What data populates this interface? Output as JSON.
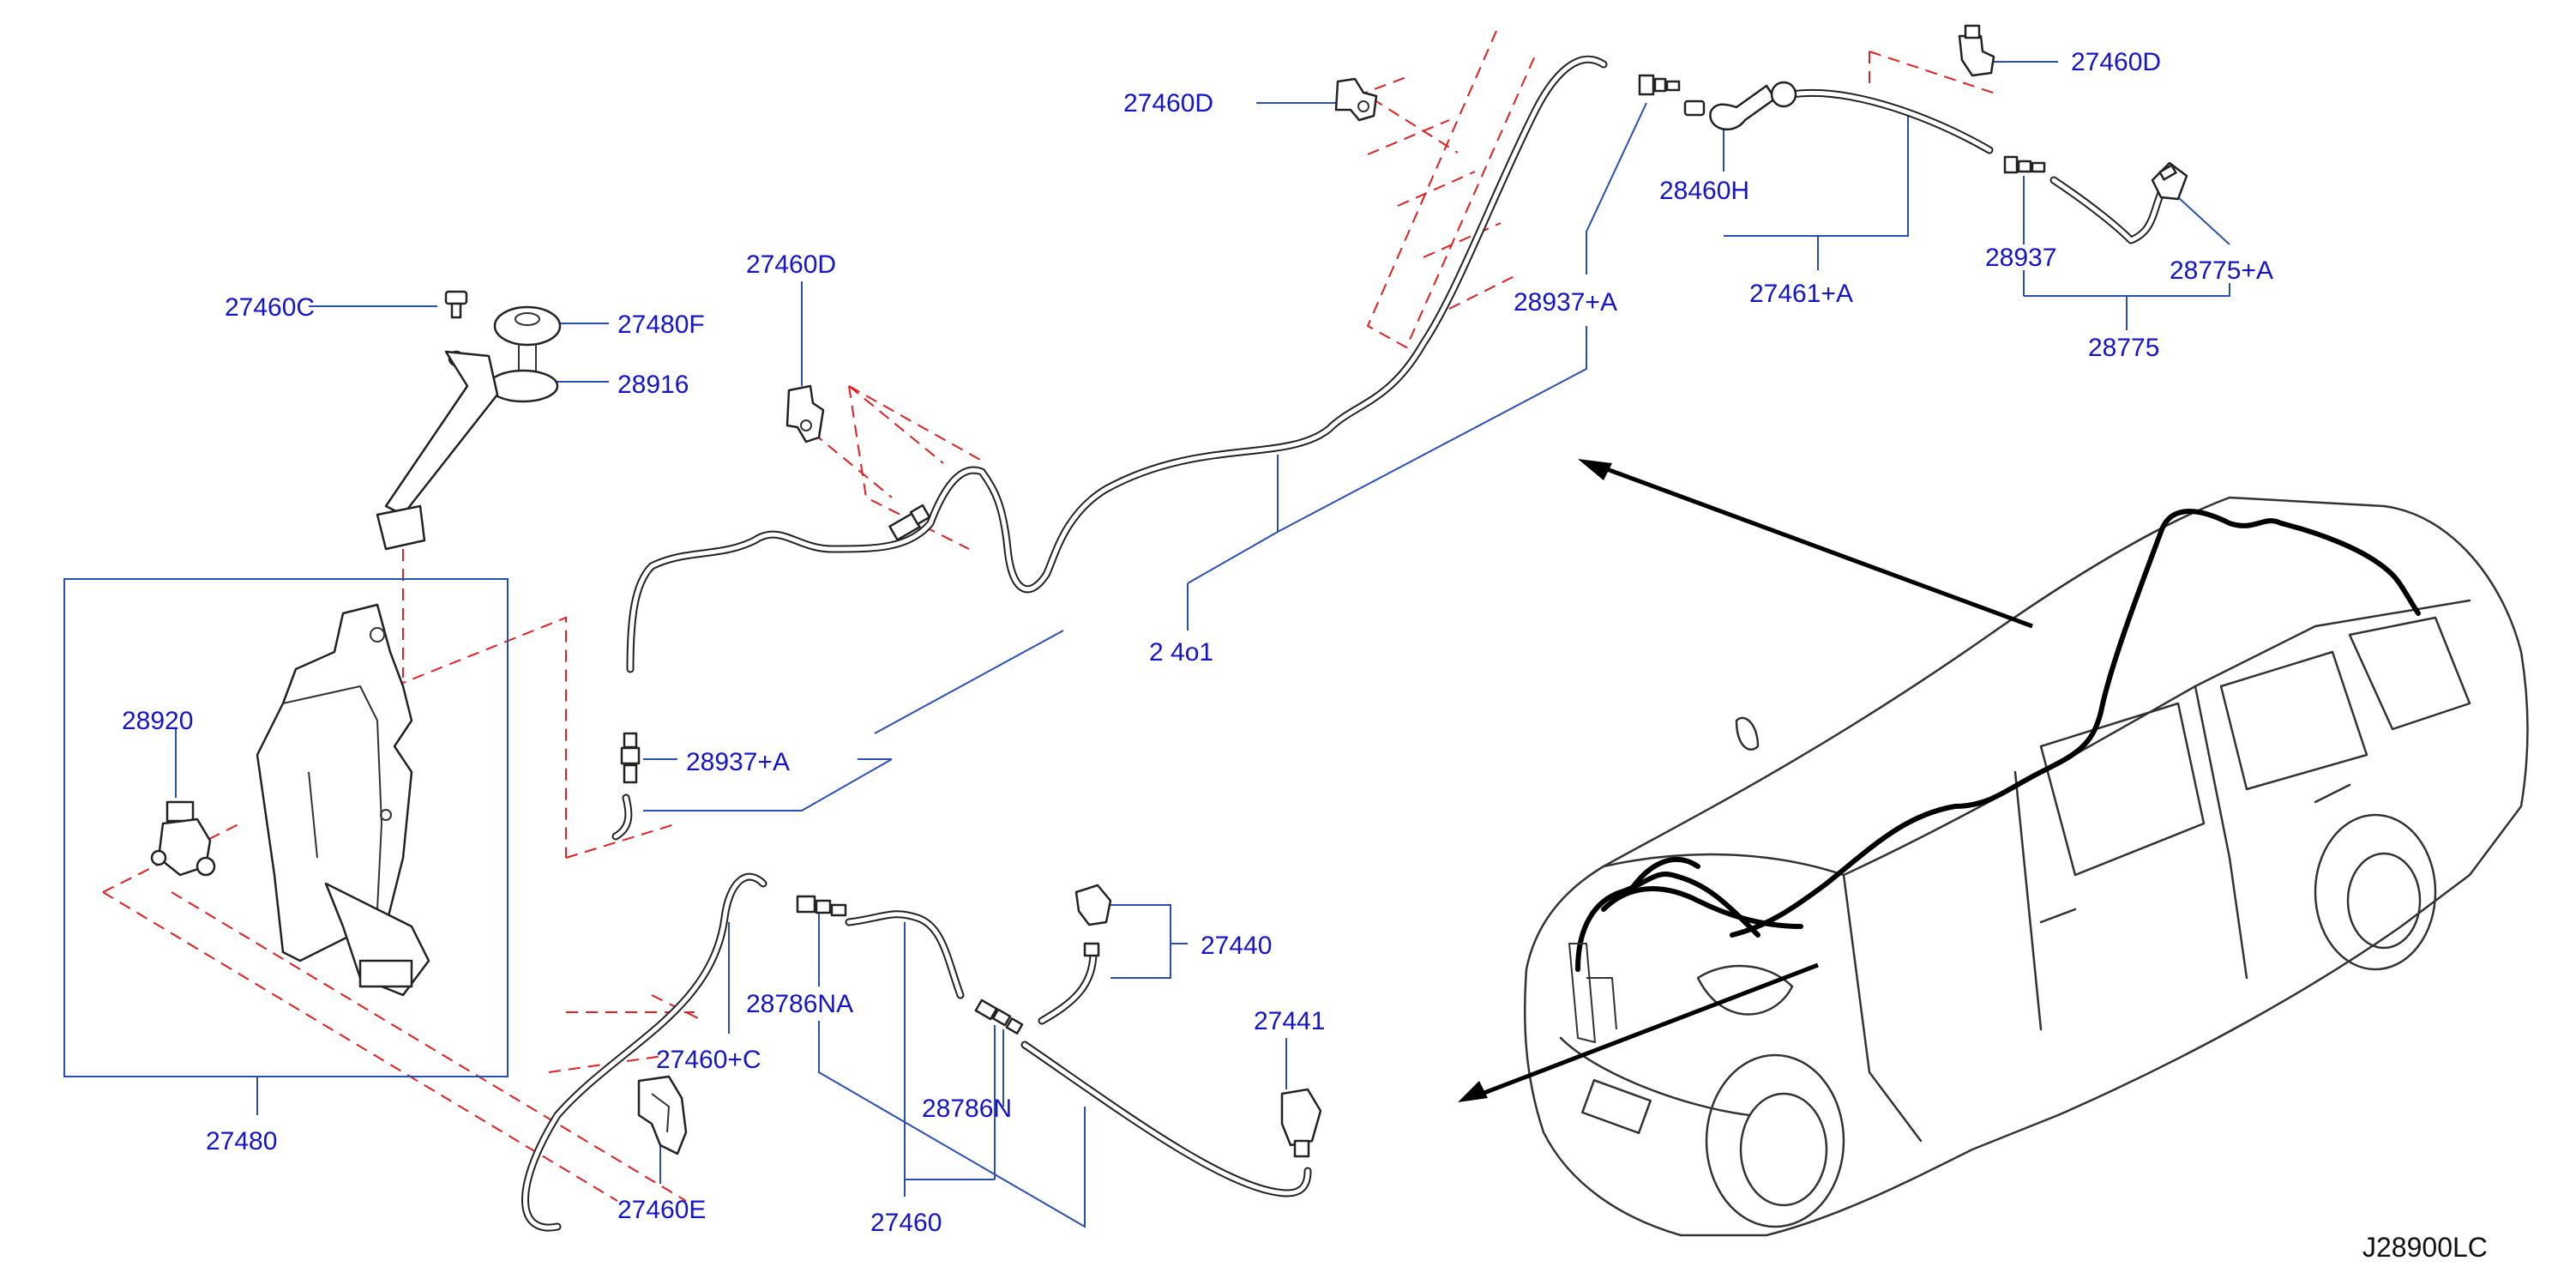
{
  "diagram_code": "J28900LC",
  "part_labels": {
    "p27460D_top_left": "27460D",
    "p27460D_top_right": "27460D",
    "p27460D_mid": "27460D",
    "p28460H": "28460H",
    "p27461A": "27461+A",
    "p28937": "28937",
    "p28775A": "28775+A",
    "p28775": "28775",
    "p28937A_upper": "28937+A",
    "p28937A_lower": "28937+A",
    "p27460C": "27460C",
    "p27480F": "27480F",
    "p28916": "28916",
    "p28920": "28920",
    "p27480": "27480",
    "p27461_partial": "2 4o1",
    "p28786NA": "28786NA",
    "p27460C_plus": "27460+C",
    "p27460E": "27460E",
    "p28786N": "28786N",
    "p27460": "27460",
    "p27440": "27440",
    "p27441": "27441"
  },
  "colors": {
    "label_blue": "#1414c8",
    "leader_blue": "#2a4fb4",
    "phantom_red": "#e02020",
    "line_black": "#222222"
  }
}
